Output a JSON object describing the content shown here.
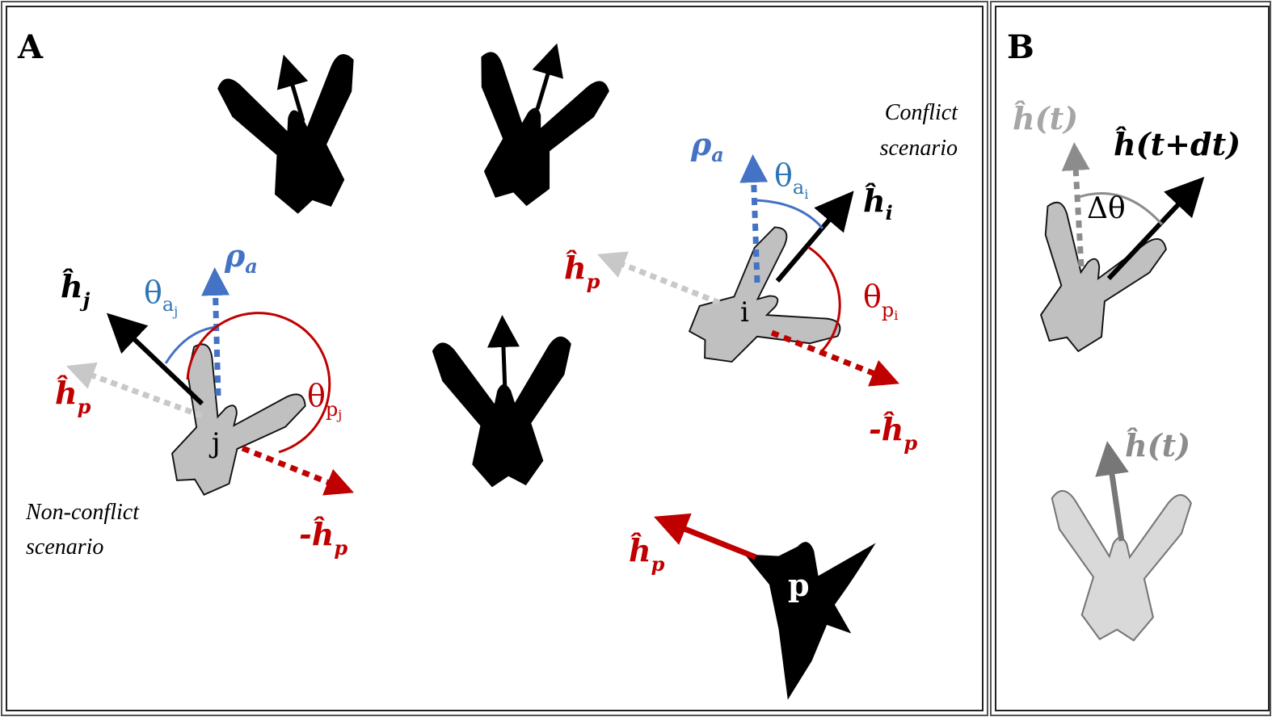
{
  "colors": {
    "blue": "#4472c4",
    "red": "#c00000",
    "black": "#000000",
    "gray": "#8c8c8c",
    "light_gray": "#c0c0c0"
  },
  "panel_a": {
    "label": "A",
    "nonconflict": {
      "line1": "Non-conflict",
      "line2": "scenario"
    },
    "conflict": {
      "line1": "Conflict",
      "line2": "scenario"
    },
    "bird_j": {
      "id": "j",
      "heading": "ĥ",
      "heading_sub": "j",
      "rho": "ρ",
      "rho_sub": "a",
      "theta_a": "θ",
      "theta_a_sub": "a",
      "theta_a_subsub": "j",
      "hp": "ĥ",
      "hp_sub": "p",
      "theta_p": "θ",
      "theta_p_sub": "p",
      "theta_p_subsub": "j",
      "neg_hp": "-ĥ",
      "neg_hp_sub": "p"
    },
    "bird_i": {
      "id": "i",
      "heading": "ĥ",
      "heading_sub": "i",
      "rho": "ρ",
      "rho_sub": "a",
      "theta_a": "θ",
      "theta_a_sub": "a",
      "theta_a_subsub": "i",
      "hp": "ĥ",
      "hp_sub": "p",
      "theta_p": "θ",
      "theta_p_sub": "p",
      "theta_p_subsub": "i",
      "neg_hp": "-ĥ",
      "neg_hp_sub": "p"
    },
    "predator": {
      "id": "p",
      "heading": "ĥ",
      "heading_sub": "p"
    }
  },
  "panel_b": {
    "label": "B",
    "h_t": "ĥ(t)",
    "h_t_dt": "ĥ(t+dt)",
    "delta_theta": "Δθ",
    "h_t_bottom": "ĥ(t)"
  }
}
